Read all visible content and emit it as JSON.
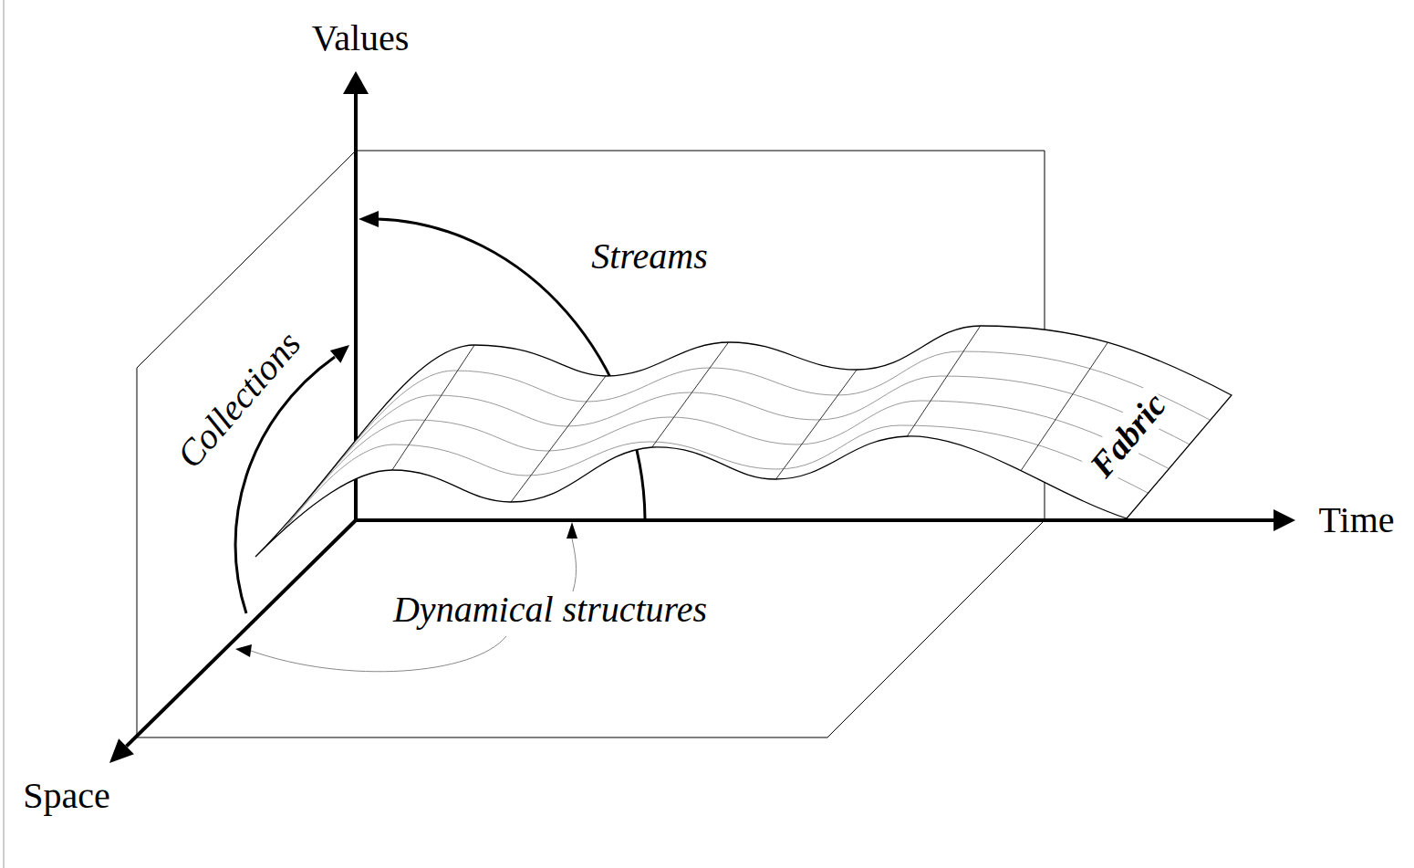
{
  "diagram": {
    "labels": [
      "Values",
      "Streams",
      "Collections",
      "Fabric",
      "Time",
      "Dynamical structures",
      "Space"
    ]
  }
}
